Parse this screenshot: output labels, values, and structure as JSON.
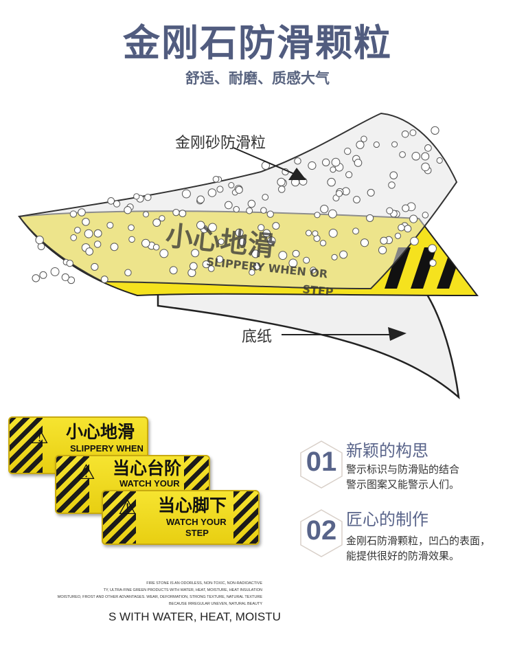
{
  "header": {
    "title": "金刚石防滑颗粒",
    "subtitle": "舒适、耐磨、质感大气"
  },
  "illustration": {
    "label_grit": "金刚砂防滑粒",
    "label_backing": "底纸",
    "sticker_cn": "小心地滑",
    "sticker_en1": "SLIPPERY WHEN OR",
    "sticker_en2": "STEP"
  },
  "signs": [
    {
      "cn": "小心地滑",
      "en1": "SLIPPERY WHEN",
      "en2": ""
    },
    {
      "cn": "当心台阶",
      "en1": "WATCH YOUR",
      "en2": ""
    },
    {
      "cn": "当心脚下",
      "en1": "WATCH YOUR",
      "en2": "STEP"
    }
  ],
  "features": [
    {
      "num": "01",
      "title": "新颖的构思",
      "lines": [
        "警示标识与防滑贴的结合",
        "警示图案又能警示人们。"
      ]
    },
    {
      "num": "02",
      "title": "匠心的制作",
      "lines": [
        "金刚石防滑颗粒，凹凸的表面，",
        "能提供很好的防滑效果。"
      ]
    }
  ],
  "fine_print": {
    "lines": [
      "FIRE STONE IS AN ODORLESS, NON-TOXIC, NON-RADIOACTIVE",
      "TY, ULTRA-FINE GREEN PRODUCTS WITH WATER, HEAT, MOISTURE, HEAT INSULATION",
      "MOISTUREO, FROST AND OTHER ADVANTAGES. WEAR, DEFORMATION, STRONG TEXTURE, NATURAL TEXTURE",
      "BECAUSE IRREGULAR UNEVEN, NATURAL BEAUTY"
    ],
    "big": "S WITH WATER, HEAT, MOISTU"
  },
  "colors": {
    "title": "#515c7f",
    "sign_yellow": "#f3df2a"
  }
}
